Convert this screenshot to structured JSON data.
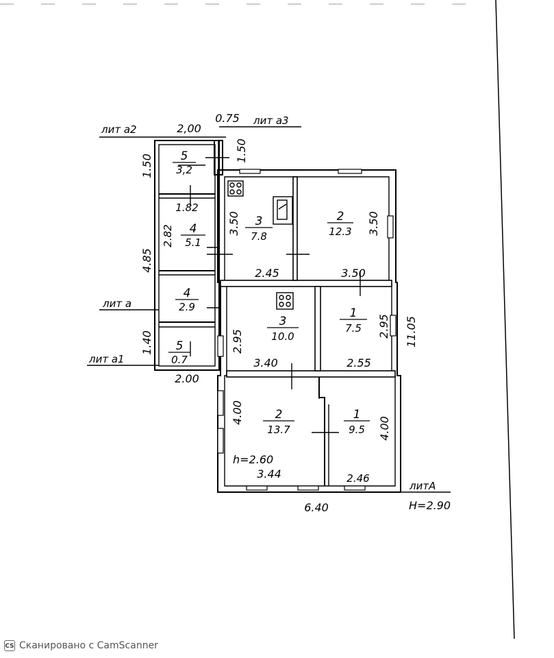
{
  "dimensions": {
    "d_top_a2": "2,00",
    "d_top_a3": "0.75",
    "d_a3_height": "1.50",
    "d_a2_height": "1.50",
    "d_left_485": "4.85",
    "d_left_140": "1.40",
    "d_bottom_a1": "2.00",
    "d_182": "1.82",
    "d_282": "2.82",
    "d_r3_top_h": "3.50",
    "d_r3_top_w": "2.45",
    "d_r2_top_h": "3.50",
    "d_r2_top_w": "3.50",
    "d_r3_mid_h": "2.95",
    "d_r3_mid_w": "3.40",
    "d_r1_mid_h": "2.95",
    "d_r1_mid_w": "2.55",
    "d_right_total": "11.05",
    "d_r2_bot_h": "4.00",
    "d_r2_bot_w": "3.44",
    "d_r1_bot_h": "4.00",
    "d_r1_bot_w": "2.46",
    "d_bottom_total": "6.40",
    "ceiling_h": "h=2.60",
    "building_h": "H=2.90"
  },
  "rooms": [
    {
      "id": "a2-5",
      "number": "5",
      "area": "3,2"
    },
    {
      "id": "a2-4",
      "number": "4",
      "area": "5.1"
    },
    {
      "id": "a-4",
      "number": "4",
      "area": "2.9"
    },
    {
      "id": "a1-5",
      "number": "5",
      "area": "0.7"
    },
    {
      "id": "A-3-top",
      "number": "3",
      "area": "7.8"
    },
    {
      "id": "A-2-top",
      "number": "2",
      "area": "12.3"
    },
    {
      "id": "A-3-mid",
      "number": "3",
      "area": "10.0"
    },
    {
      "id": "A-1-mid",
      "number": "1",
      "area": "7.5"
    },
    {
      "id": "A-2-bot",
      "number": "2",
      "area": "13.7"
    },
    {
      "id": "A-1-bot",
      "number": "1",
      "area": "9.5"
    }
  ],
  "labels": {
    "lit_a2": "лит а2",
    "lit_a3": "лит а3",
    "lit_a": "лит а",
    "lit_a1": "лит а1",
    "lit_A": "литА"
  },
  "watermark": {
    "icon": "CS",
    "text": "Сканировано с CamScanner"
  }
}
